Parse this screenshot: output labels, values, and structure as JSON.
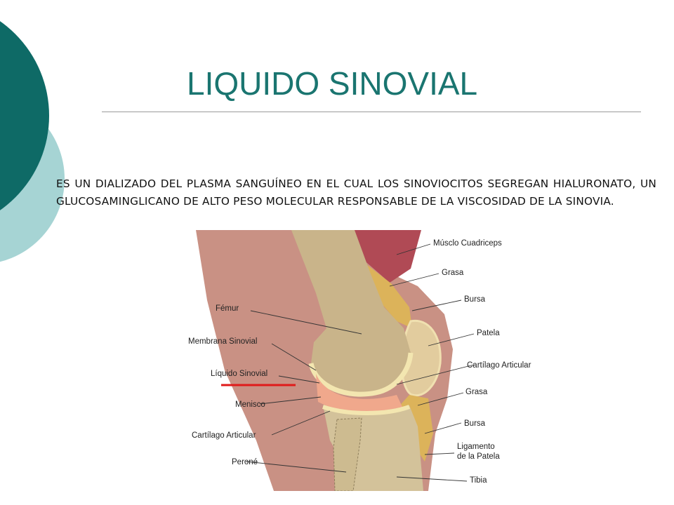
{
  "slide": {
    "title": "LIQUIDO SINOVIAL",
    "body": "ES UN DIALIZADO DEL PLASMA SANGUÍNEO EN EL CUAL LOS SINOVIOCITOS SEGREGAN HIALURONATO, UN GLUCOSAMINGLICANO DE ALTO PESO MOLECULAR RESPONSABLE DE LA VISCOSIDAD DE LA SINOVIA."
  },
  "colors": {
    "title": "#1a7570",
    "dark_teal": "#0e6a66",
    "light_teal": "#a6d4d4",
    "highlight_line": "#e01a1a"
  },
  "diagram": {
    "labels_left": {
      "femur": "Fémur",
      "membrana_sinovial": "Membrana Sinovial",
      "liquido_sinovial": "Líquido Sinovial",
      "menisco": "Menisco",
      "cartilago_articular": "Cartílago Articular",
      "perone": "Peroné"
    },
    "labels_right": {
      "musculo_cuadriceps": "Músclo Cuadriceps",
      "grasa_top": "Grasa",
      "bursa_top": "Bursa",
      "patela": "Patela",
      "cartilago_articular": "Cartílago Articular",
      "grasa_bottom": "Grasa",
      "bursa_bottom": "Bursa",
      "ligamento_line1": "Ligamento",
      "ligamento_line2": "de la Patela",
      "tibia": "Tibia"
    }
  }
}
